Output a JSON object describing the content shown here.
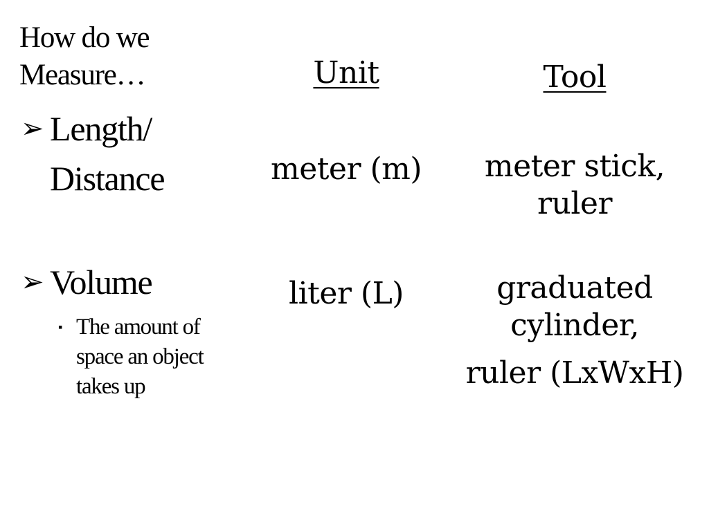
{
  "slide": {
    "heading": "How do we Measure…",
    "rows": [
      {
        "label_line1": "Length/",
        "label_line2": "Distance",
        "unit": "meter (m)",
        "tool": "meter stick, ruler"
      },
      {
        "label_line1": "Volume",
        "sub_bullet": "The amount of space an object takes up",
        "unit": "liter (L)",
        "tool_line1": "graduated cylinder,",
        "tool_line2": "ruler (LxWxH)"
      }
    ],
    "columns": {
      "unit_header": "Unit",
      "tool_header": "Tool"
    },
    "icons": {
      "arrow_bullet": "➢",
      "square_bullet": "▪"
    }
  }
}
